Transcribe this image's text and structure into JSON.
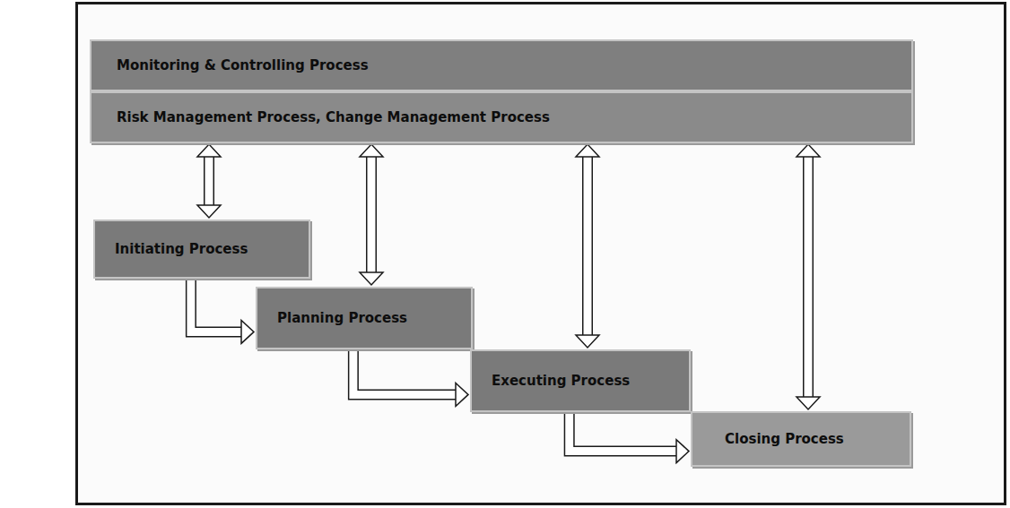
{
  "diagram": {
    "nodes": [
      {
        "text": [
          "Monitoring & Controlling Process"
        ]
      },
      {
        "text": [
          "Risk Management Process, Change Management Process"
        ]
      },
      {
        "text": [
          "Initiating Process"
        ]
      },
      {
        "text": [
          "Planning Process"
        ]
      },
      {
        "text": [
          "Executing Process"
        ]
      },
      {
        "text": [
          "Closing Process"
        ]
      }
    ],
    "edges": [
      {
        "from": 1,
        "to": 2,
        "arrow": "both"
      },
      {
        "from": 1,
        "to": 3,
        "arrow": "both"
      },
      {
        "from": 1,
        "to": 4,
        "arrow": "both"
      },
      {
        "from": 1,
        "to": 5,
        "arrow": "both"
      },
      {
        "from": 2,
        "to": 3,
        "arrow": "to"
      },
      {
        "from": 3,
        "to": 4,
        "arrow": "to"
      },
      {
        "from": 4,
        "to": 5,
        "arrow": "to"
      }
    ]
  }
}
